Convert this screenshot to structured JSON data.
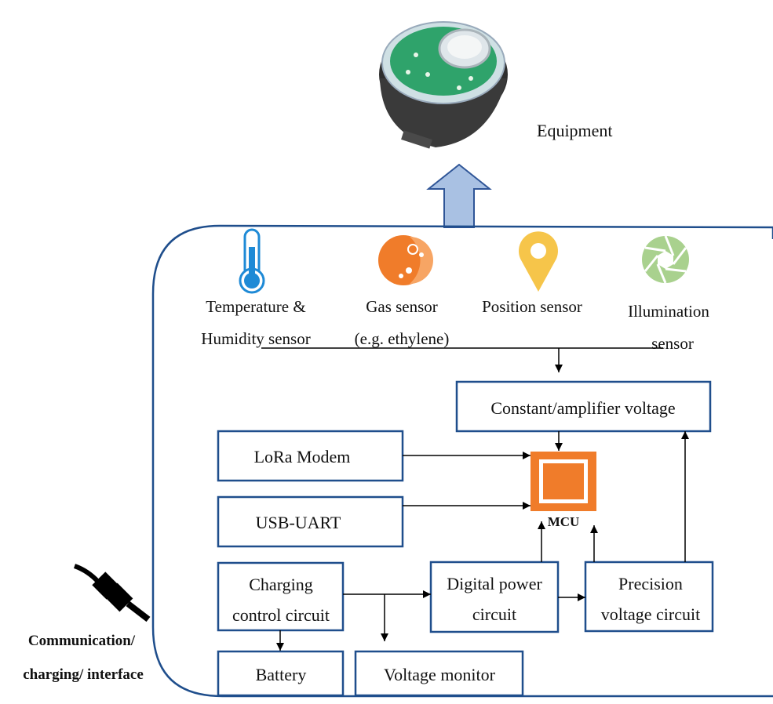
{
  "equipment": {
    "label": "Equipment"
  },
  "sensors": [
    {
      "id": "temperature",
      "icon": "thermometer-icon",
      "lines": [
        "Temperature &",
        "Humidity sensor"
      ]
    },
    {
      "id": "gas",
      "icon": "gas-icon",
      "lines": [
        "Gas sensor",
        "(e.g. ethylene)"
      ]
    },
    {
      "id": "position",
      "icon": "location-pin-icon",
      "lines": [
        "Position sensor"
      ]
    },
    {
      "id": "illumination",
      "icon": "aperture-icon",
      "lines": [
        "Illumination",
        "sensor"
      ]
    }
  ],
  "blocks": {
    "constant": "Constant/amplifier voltage",
    "lora": "LoRa Modem",
    "usb": "USB-UART",
    "charging": [
      "Charging",
      "control circuit"
    ],
    "digital": [
      "Digital power",
      "circuit"
    ],
    "precision": [
      "Precision",
      "voltage circuit"
    ],
    "battery": "Battery",
    "voltage_monitor": "Voltage monitor"
  },
  "mcu": {
    "label": "MCU"
  },
  "interface": {
    "lines": [
      "Communication/",
      "charging/ interface"
    ]
  },
  "colors": {
    "frame": "#1f4e8c",
    "box": "#1f4e8c",
    "up_arrow_fill": "#a9c1e3",
    "up_arrow_stroke": "#2f5597",
    "thermometer": "#1e8ad6",
    "gas": "#f07c2a",
    "pin": "#f6c54a",
    "aperture": "#a9d18e",
    "mcu": "#f07c2a"
  }
}
